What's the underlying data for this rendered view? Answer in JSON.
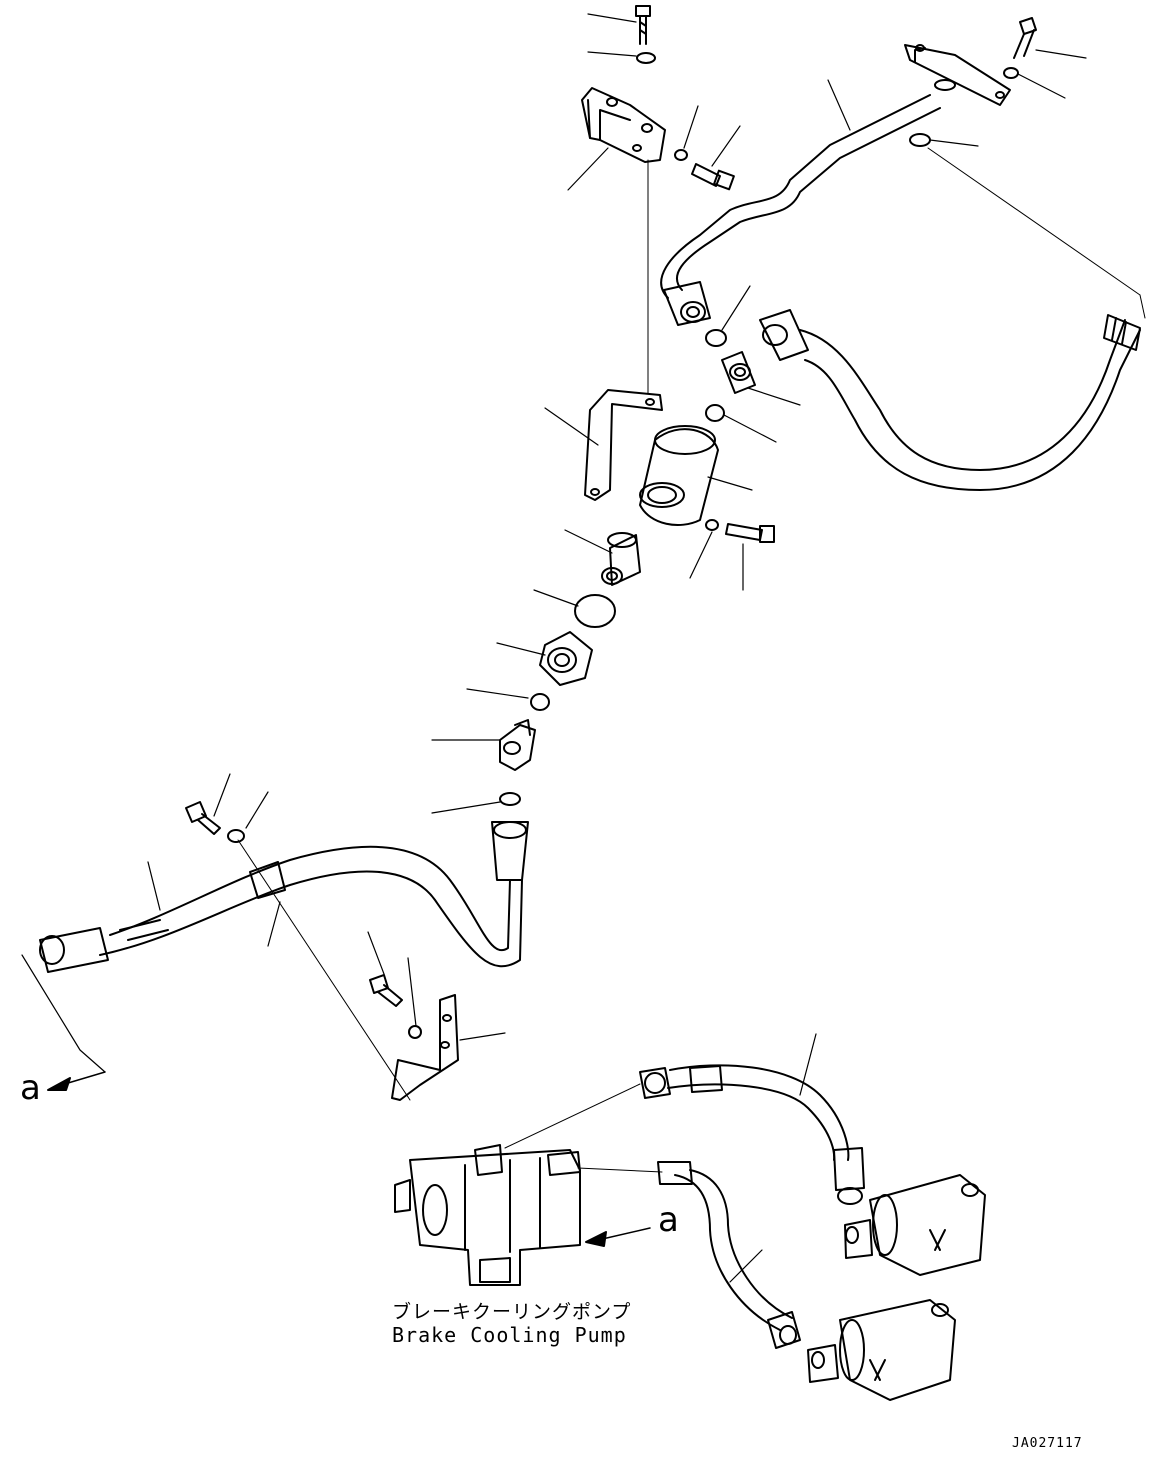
{
  "view_markers": {
    "left": "a",
    "pump": "a"
  },
  "pump_caption": {
    "japanese": "ブレーキクーリングポンプ",
    "english": "Brake Cooling Pump"
  },
  "drawing_number": "JA027117",
  "stroke_color": "#000000",
  "background_color": "#ffffff"
}
